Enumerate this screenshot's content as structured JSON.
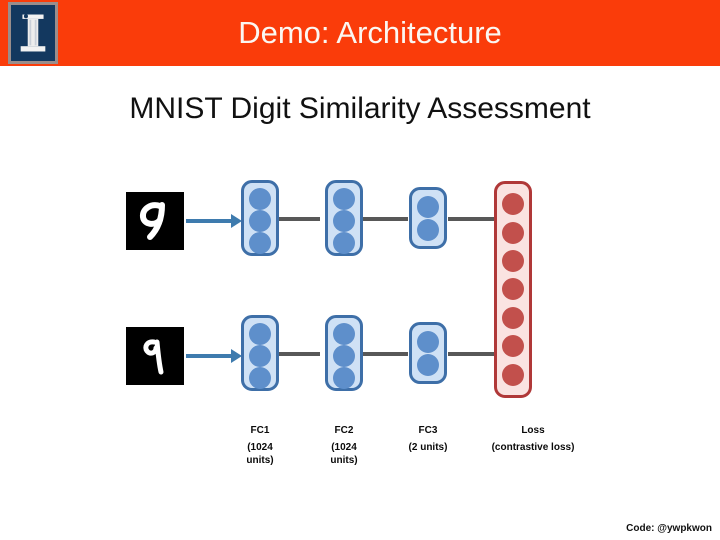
{
  "header": {
    "title": "Demo: Architecture",
    "bar_color": "#FA3C0A",
    "title_color": "#FBF7F2",
    "logo_name": "illinois-pillar-logo",
    "logo_bg": "#13385F"
  },
  "subtitle": "MNIST Digit Similarity Assessment",
  "credit": "Code: @ywpkwon",
  "diagram": {
    "inputs": [
      {
        "name": "mnist-digit-top",
        "digit": "9",
        "background": "#000000",
        "stroke": "#FFFFFF"
      },
      {
        "name": "mnist-digit-bottom",
        "digit": "9",
        "background": "#000000",
        "stroke": "#FFFFFF"
      }
    ],
    "branches": [
      "top",
      "bottom"
    ],
    "layers": [
      {
        "id": "fc1",
        "label": "FC1",
        "sublabel": "(1024\nunits)",
        "units_shown": 3,
        "color": "blue",
        "fill": "#CFE1F5",
        "border": "#3E6FA8",
        "node_color": "#5E8FCB"
      },
      {
        "id": "fc2",
        "label": "FC2",
        "sublabel": "(1024\nunits)",
        "units_shown": 3,
        "color": "blue",
        "fill": "#CFE1F5",
        "border": "#3E6FA8",
        "node_color": "#5E8FCB"
      },
      {
        "id": "fc3",
        "label": "FC3",
        "sublabel": "(2 units)",
        "units_shown": 2,
        "color": "blue",
        "fill": "#CFE1F5",
        "border": "#3E6FA8",
        "node_color": "#5E8FCB"
      },
      {
        "id": "loss",
        "label": "Loss",
        "sublabel": "(contrastive loss)",
        "units_shown": 7,
        "color": "red",
        "fill": "#FAE3E1",
        "border": "#B03838",
        "node_color": "#C2504C"
      }
    ],
    "wire_color": "#585858",
    "arrow_color": "#3E7BAE"
  }
}
